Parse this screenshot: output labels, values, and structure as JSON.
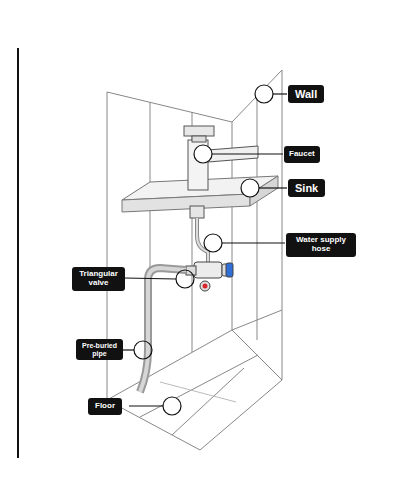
{
  "diagram": {
    "nodes": [
      {
        "text": [
          "Wall"
        ]
      },
      {
        "text": [
          "Faucet"
        ]
      },
      {
        "text": [
          "Sink"
        ]
      },
      {
        "text": [
          "Water supply hose"
        ]
      },
      {
        "text": [
          "Triangular valve"
        ]
      },
      {
        "text": [
          "Pre-buried pipe"
        ]
      },
      {
        "text": [
          "Floor"
        ]
      }
    ]
  }
}
